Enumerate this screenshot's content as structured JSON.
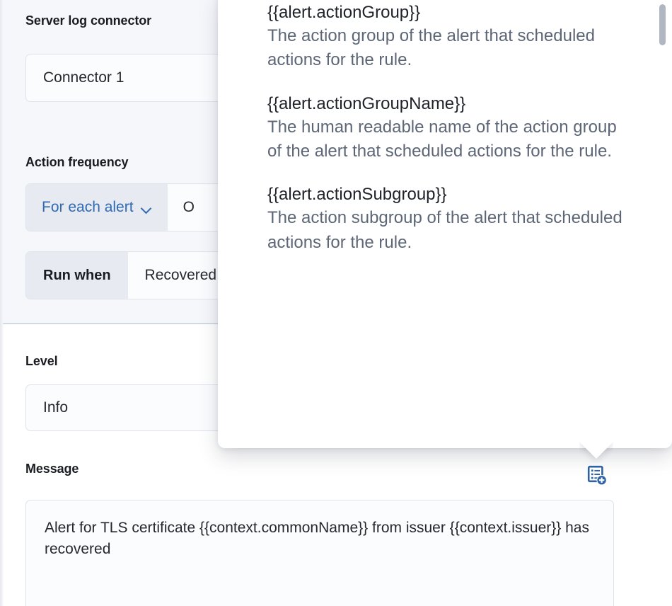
{
  "form": {
    "connector": {
      "label": "Server log connector",
      "value": "Connector 1"
    },
    "action_frequency": {
      "label": "Action frequency",
      "summary_value": "For each alert",
      "chevron_icon": "chevron-down-icon",
      "trailing_text": "O",
      "run_when_label": "Run when",
      "run_when_value": "Recovered"
    },
    "level": {
      "label": "Level",
      "value": "Info"
    },
    "message": {
      "label": "Message",
      "value": "Alert for TLS certificate {{context.commonName}} from issuer {{context.issuer}} has recovered",
      "add_variable_icon": "add-variable-icon"
    }
  },
  "popover": {
    "variables": [
      {
        "name": "{{alert.actionGroup}}",
        "description": "The action group of the alert that scheduled actions for the rule."
      },
      {
        "name": "{{alert.actionGroupName}}",
        "description": "The human readable name of the action group of the alert that scheduled actions for the rule."
      },
      {
        "name": "{{alert.actionSubgroup}}",
        "description": "The action subgroup of the alert that scheduled actions for the rule."
      }
    ],
    "scrollbar": "vertical-scrollbar"
  },
  "colors": {
    "accent": "#2f6ab4",
    "panel_bg": "#f6f7fb",
    "text_primary": "#1a1c21",
    "text_muted": "#5d6676"
  }
}
